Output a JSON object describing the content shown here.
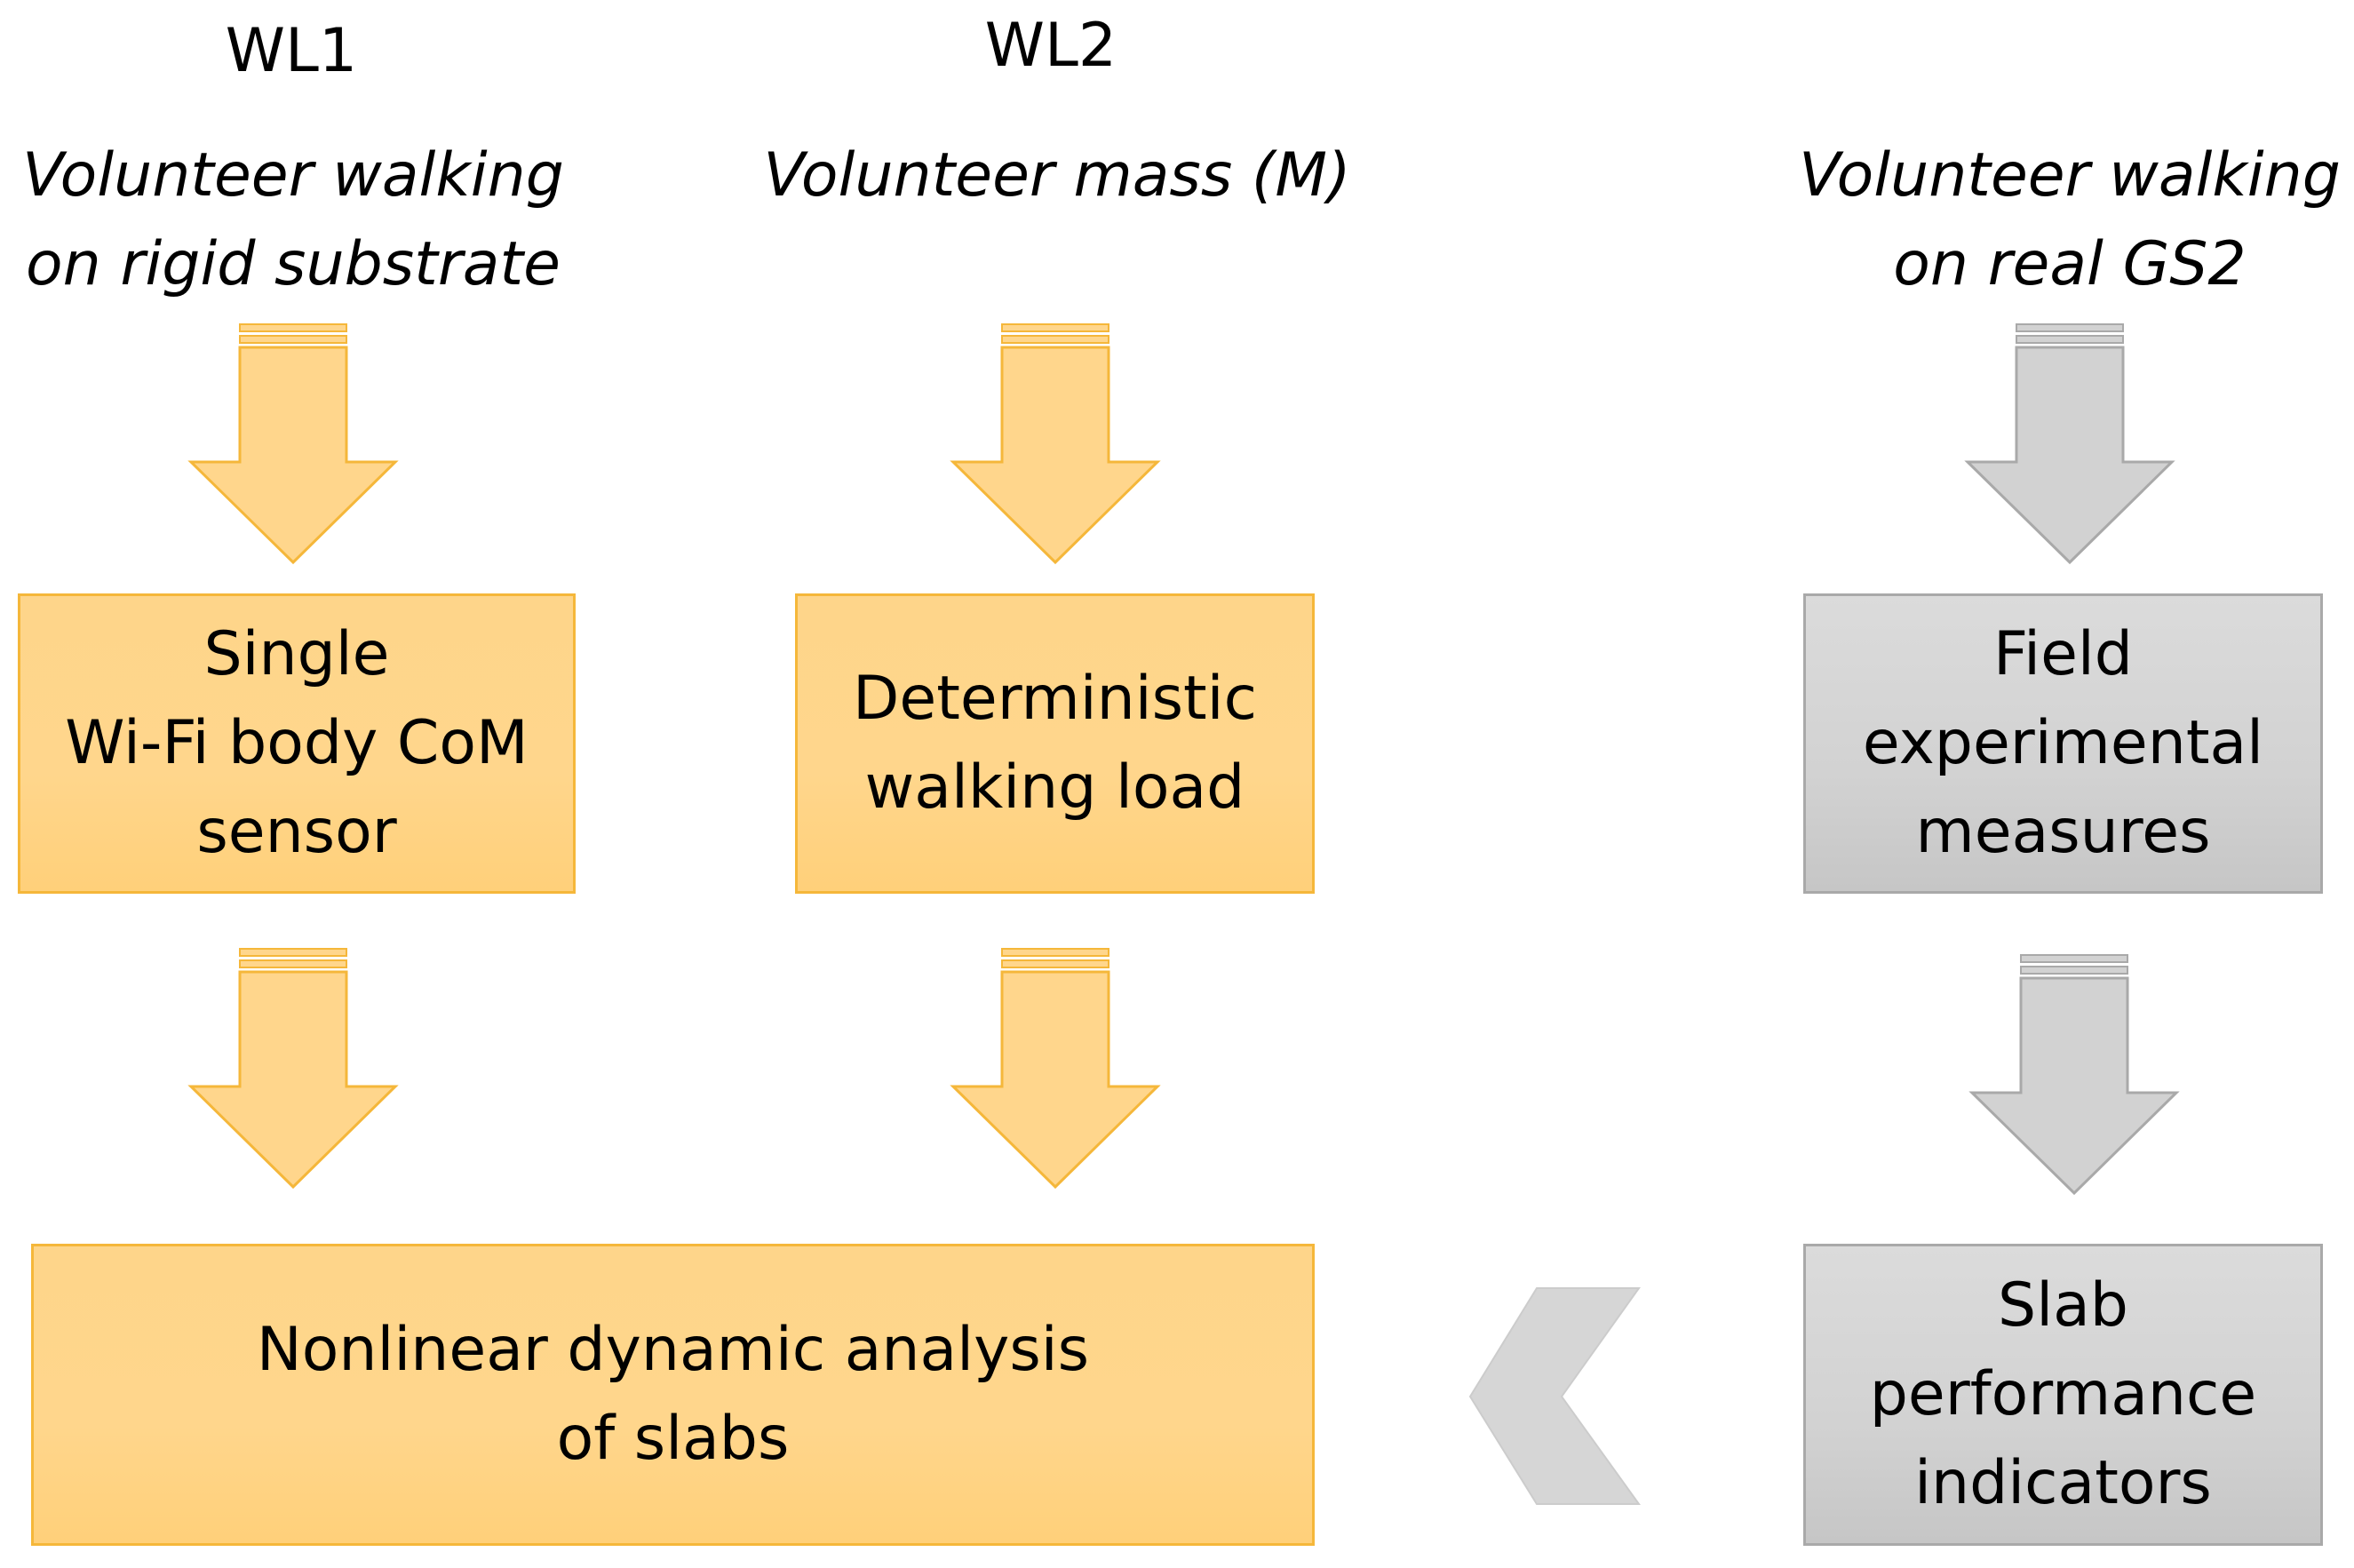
{
  "columns": {
    "wl1": {
      "heading": "WL1",
      "caption": [
        "Volunteer walking",
        "on rigid substrate"
      ],
      "box": [
        "Single",
        "Wi-Fi body CoM",
        "sensor"
      ]
    },
    "wl2": {
      "heading": "WL2",
      "caption": [
        "Volunteer mass (M)"
      ],
      "box": [
        "Deterministic",
        "walking load"
      ]
    },
    "field": {
      "caption": [
        "Volunteer walking",
        "on real GS2"
      ],
      "box": [
        "Field",
        "experimental",
        "measures"
      ]
    }
  },
  "analysis_box": [
    "Nonlinear dynamic analysis",
    "of slabs"
  ],
  "indicators_box": [
    "Slab",
    "performance",
    "indicators"
  ],
  "colors": {
    "yellow_fill": "#ffd68c",
    "yellow_border": "#f5b73a",
    "grey_fill": "#d2d2d2",
    "grey_border": "#a9a9a9"
  }
}
